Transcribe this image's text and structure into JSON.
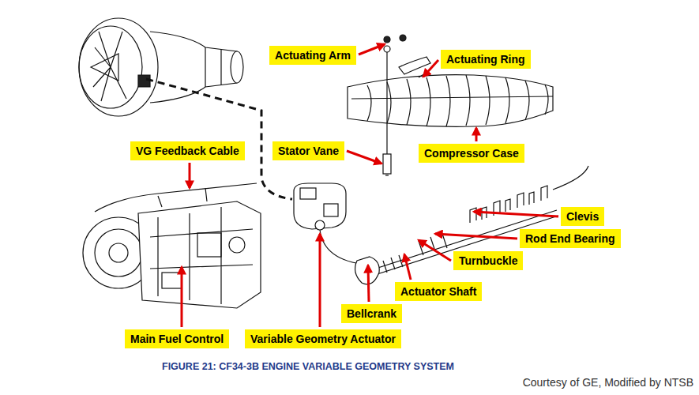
{
  "diagram": {
    "caption": "FIGURE 21: CF34-3B ENGINE VARIABLE GEOMETRY SYSTEM",
    "nodes": [
      {
        "text": [
          "Actuating Arm"
        ]
      },
      {
        "text": [
          "Actuating Ring"
        ]
      },
      {
        "text": [
          "VG Feedback Cable"
        ]
      },
      {
        "text": [
          "Stator Vane"
        ]
      },
      {
        "text": [
          "Compressor Case"
        ]
      },
      {
        "text": [
          "Clevis"
        ]
      },
      {
        "text": [
          "Rod End Bearing"
        ]
      },
      {
        "text": [
          "Turnbuckle"
        ]
      },
      {
        "text": [
          "Actuator Shaft"
        ]
      },
      {
        "text": [
          "Bellcrank"
        ]
      },
      {
        "text": [
          "Main Fuel Control"
        ]
      },
      {
        "text": [
          "Variable Geometry Actuator"
        ]
      }
    ],
    "labels": [
      "Courtesy of GE, Modified by NTSB"
    ]
  }
}
